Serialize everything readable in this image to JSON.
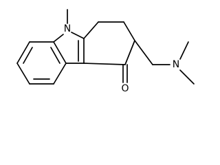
{
  "structure": {
    "atoms": {
      "n_indole": "N",
      "n_amine": "N",
      "o_ketone": "O"
    },
    "bond_color": "#000000",
    "background": "#ffffff"
  }
}
